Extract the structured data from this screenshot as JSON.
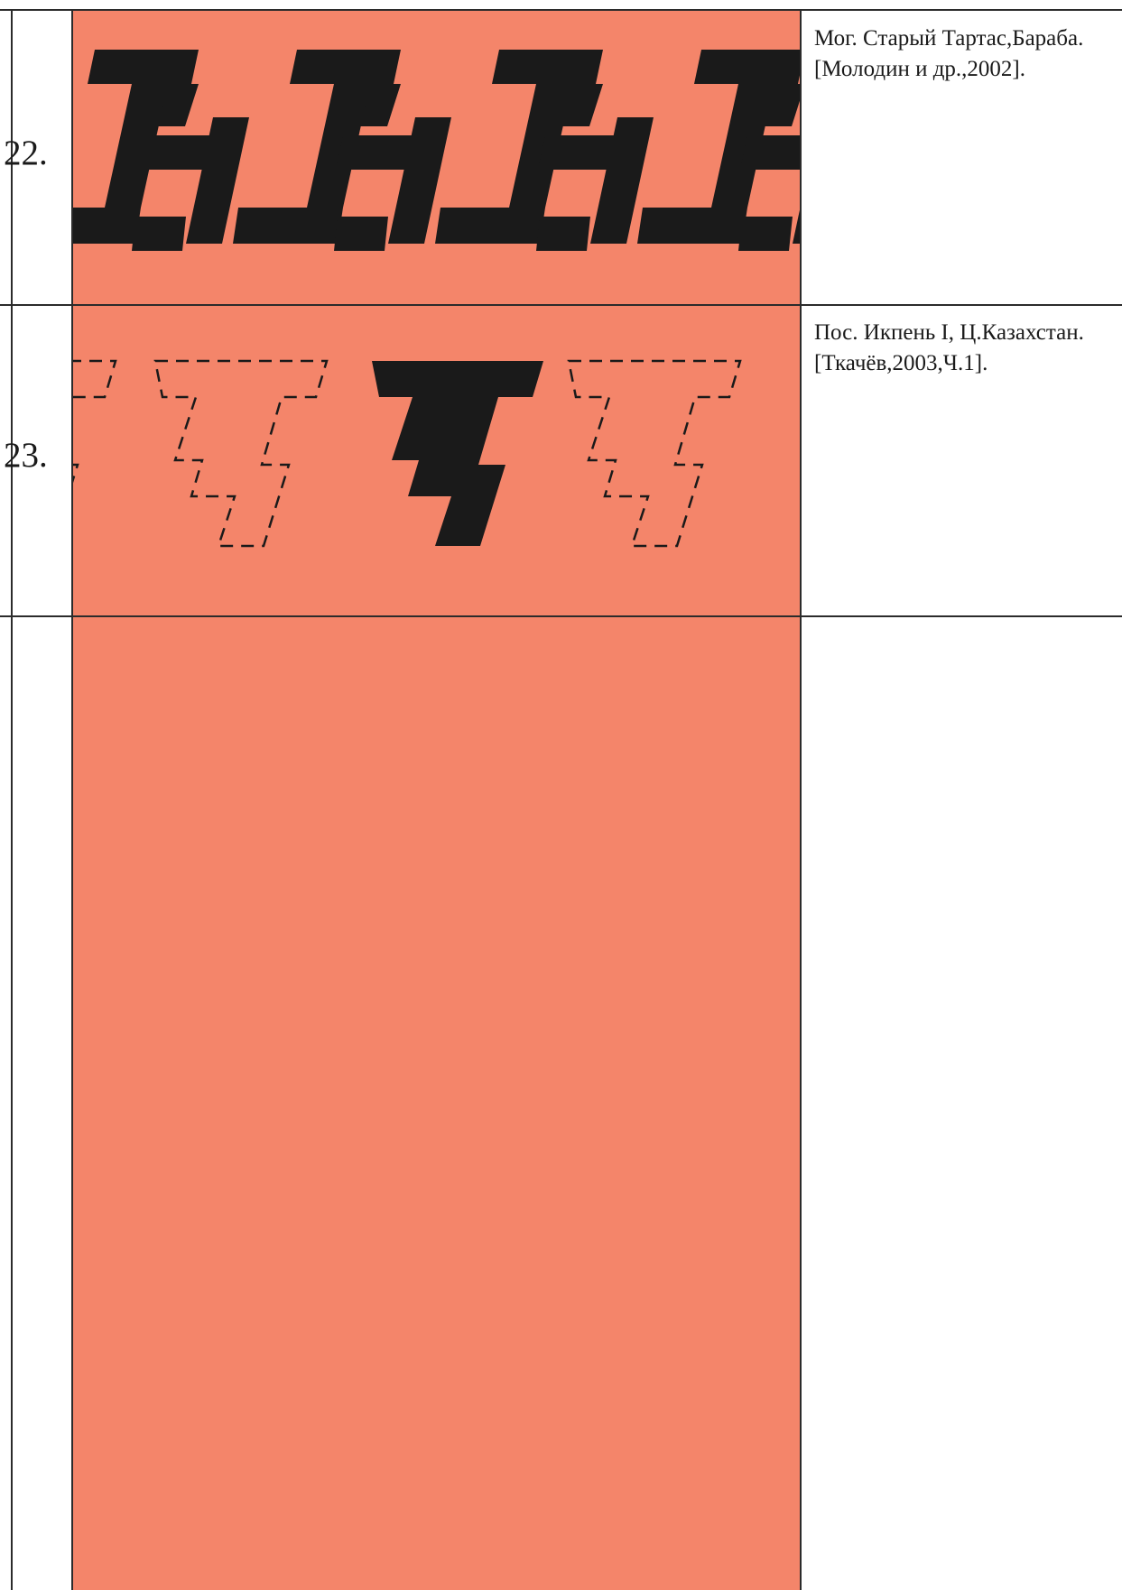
{
  "colors": {
    "background": "#f4856a",
    "ornament": "#1a1a1a",
    "rule": "#2b2b2b",
    "paper": "#ffffff"
  },
  "rows": [
    {
      "number": "22.",
      "source": "Мог. Старый Тартас,Бараба.\n[Молодин и др.,2002]."
    },
    {
      "number": "23.",
      "source": "Пос. Икпень I, Ц.Казахстан.\n[Ткачёв,2003,Ч.1]."
    },
    {
      "number": "",
      "source": ""
    }
  ]
}
